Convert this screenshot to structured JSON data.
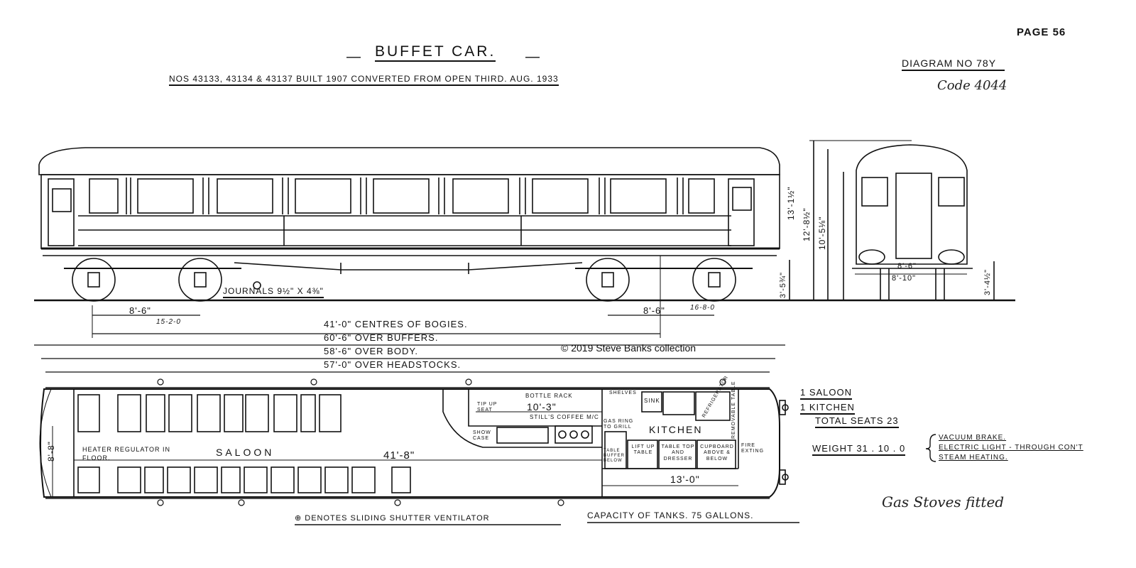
{
  "header": {
    "title": "BUFFET CAR.",
    "subtitle": "Nos 43133, 43134 & 43137 BUILT 1907 CONVERTED FROM OPEN THIRD. AUG. 1933",
    "page": "PAGE 56",
    "diagram_no": "DIAGRAM No 78Y",
    "code_note": "Code 4044"
  },
  "elevation": {
    "journals": "JOURNALS 9½\" x 4⅜\"",
    "bogie_wheelbase_left": "8'-6\"",
    "bogie_note_left": "15-2-0",
    "bogie_wheelbase_right": "8'-6\"",
    "bogie_note_right": "16-8-0",
    "height_roof": "13'-1½\"",
    "height_cornice": "12'-8½\"",
    "height_waist": "10'-5⅛\"",
    "height_floor": "3'-5¾\"",
    "end_width_1": "8'-6\"",
    "end_width_2": "8'-10\"",
    "end_height": "3'-4½\""
  },
  "dimensions": {
    "centres_of_bogies": "41'-0\" CENTRES OF BOGIES.",
    "over_buffers": "60'-6\" OVER BUFFERS.",
    "over_body": "58'-6\" OVER BODY.",
    "over_headstocks": "57'-0\" OVER HEADSTOCKS."
  },
  "copyright": "© 2019 Steve Banks collection",
  "plan": {
    "width": "8'-8\"",
    "heater": "HEATER REGULATOR IN FLOOR.",
    "saloon": "SALOON",
    "saloon_length": "41'-8\"",
    "kitchen": "KITCHEN",
    "kitchen_length": "13'-0\"",
    "pantry_length": "10'-3\"",
    "tip_up_seat": "TIP UP SEAT",
    "bottle_rack": "BOTTLE RACK",
    "stills_coffee": "STILL'S COFFEE M/C",
    "show_case": "SHOW CASE",
    "gas_ring": "GAS RING TO GRILL",
    "shelves": "SHELVES",
    "sink": "SINK",
    "refrigerator": "REFRIGERATOR",
    "removable_table": "REMOVABLE TABLE",
    "lift_up_table": "LIFT UP TABLE",
    "table_top_dresser": "TABLE TOP AND DRESSER",
    "cupboard": "CUPBOARD ABOVE & BELOW",
    "fire_extinguisher": "FIRE EXTING",
    "table_buffer": "TABLE BUFFER BELOW"
  },
  "summary": {
    "saloon_count": "1 SALOON",
    "kitchen_count": "1 KITCHEN",
    "total_seats": "TOTAL SEATS 23",
    "weight": "WEIGHT 31 . 10 . 0",
    "equipment": [
      "VACUUM BRAKE.",
      "ELECTRIC LIGHT - THROUGH CON'T",
      "STEAM HEATING."
    ]
  },
  "legend": {
    "ventilator": "⊕ DENOTES SLIDING SHUTTER VENTILATOR",
    "tanks": "CAPACITY OF TANKS. 75 GALLONS."
  },
  "signature": "Gas Stoves fitted"
}
